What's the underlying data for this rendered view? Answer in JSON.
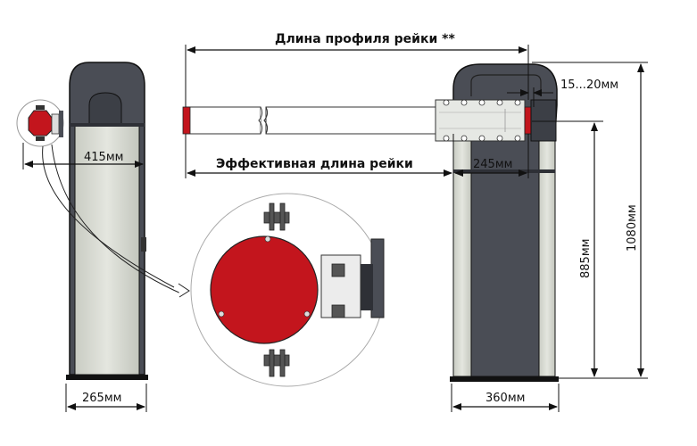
{
  "diagram": {
    "profile_length_label": "Длина профиля рейки **",
    "effective_length_label": "Эффективная длина рейки",
    "dimensions": {
      "left_offset": "415мм",
      "left_base_width": "265мм",
      "gap": "15...20мм",
      "arm_width": "245мм",
      "right_base_width": "360мм",
      "boom_height": "885мм",
      "total_height": "1080мм"
    }
  },
  "colors": {
    "cabinet_dark": "#4a4d55",
    "cabinet_side": "#d8dbd2",
    "boom_red": "#c3151d",
    "outline": "#111111"
  }
}
